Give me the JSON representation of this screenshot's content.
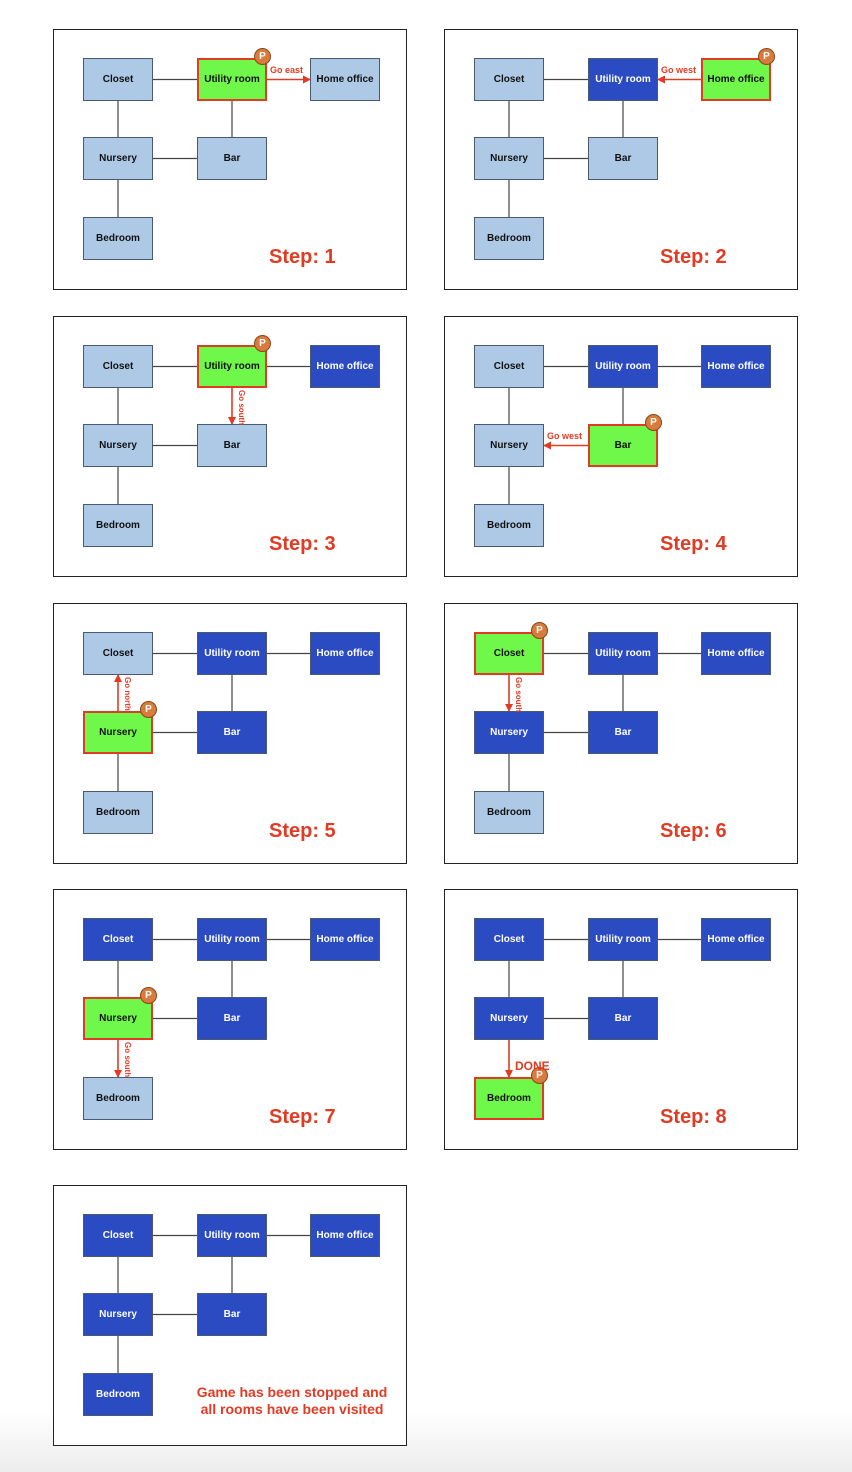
{
  "colors": {
    "unvisited": "#aec9e6",
    "visited": "#2b4bc2",
    "current": "#6ff74a",
    "current_border": "#e23b24",
    "accent_text": "#e23b24",
    "player_badge": "#d97b3c"
  },
  "rooms": {
    "closet": "Closet",
    "utility": "Utility room",
    "home_office": "Home office",
    "nursery": "Nursery",
    "bar": "Bar",
    "bedroom": "Bedroom"
  },
  "player_badge": "P",
  "panels": [
    {
      "step_label": "Step: 1",
      "visited": [],
      "current": "utility",
      "move": {
        "from": "utility",
        "to": "home_office",
        "label": "Go east"
      }
    },
    {
      "step_label": "Step: 2",
      "visited": [
        "utility"
      ],
      "current": "home_office",
      "move": {
        "from": "home_office",
        "to": "utility",
        "label": "Go west"
      }
    },
    {
      "step_label": "Step: 3",
      "visited": [
        "home_office"
      ],
      "current": "utility",
      "move": {
        "from": "utility",
        "to": "bar",
        "label": "Go south"
      }
    },
    {
      "step_label": "Step: 4",
      "visited": [
        "utility",
        "home_office"
      ],
      "current": "bar",
      "move": {
        "from": "bar",
        "to": "nursery",
        "label": "Go west"
      }
    },
    {
      "step_label": "Step: 5",
      "visited": [
        "utility",
        "home_office",
        "bar"
      ],
      "current": "nursery",
      "move": {
        "from": "nursery",
        "to": "closet",
        "label": "Go north"
      }
    },
    {
      "step_label": "Step: 6",
      "visited": [
        "utility",
        "home_office",
        "bar",
        "nursery"
      ],
      "current": "closet",
      "move": {
        "from": "closet",
        "to": "nursery",
        "label": "Go south"
      }
    },
    {
      "step_label": "Step: 7",
      "visited": [
        "closet",
        "utility",
        "home_office",
        "bar"
      ],
      "current": "nursery",
      "move": {
        "from": "nursery",
        "to": "bedroom",
        "label": "Go south"
      }
    },
    {
      "step_label": "Step: 8",
      "visited": [
        "closet",
        "utility",
        "home_office",
        "nursery",
        "bar"
      ],
      "current": "bedroom",
      "move": {
        "from": "nursery",
        "to": "bedroom",
        "label": "DONE"
      }
    },
    {
      "step_label": "",
      "final_message": "Game has been stopped and all rooms have been visited",
      "visited": [
        "closet",
        "utility",
        "home_office",
        "nursery",
        "bar",
        "bedroom"
      ],
      "current": null,
      "move": null
    }
  ]
}
